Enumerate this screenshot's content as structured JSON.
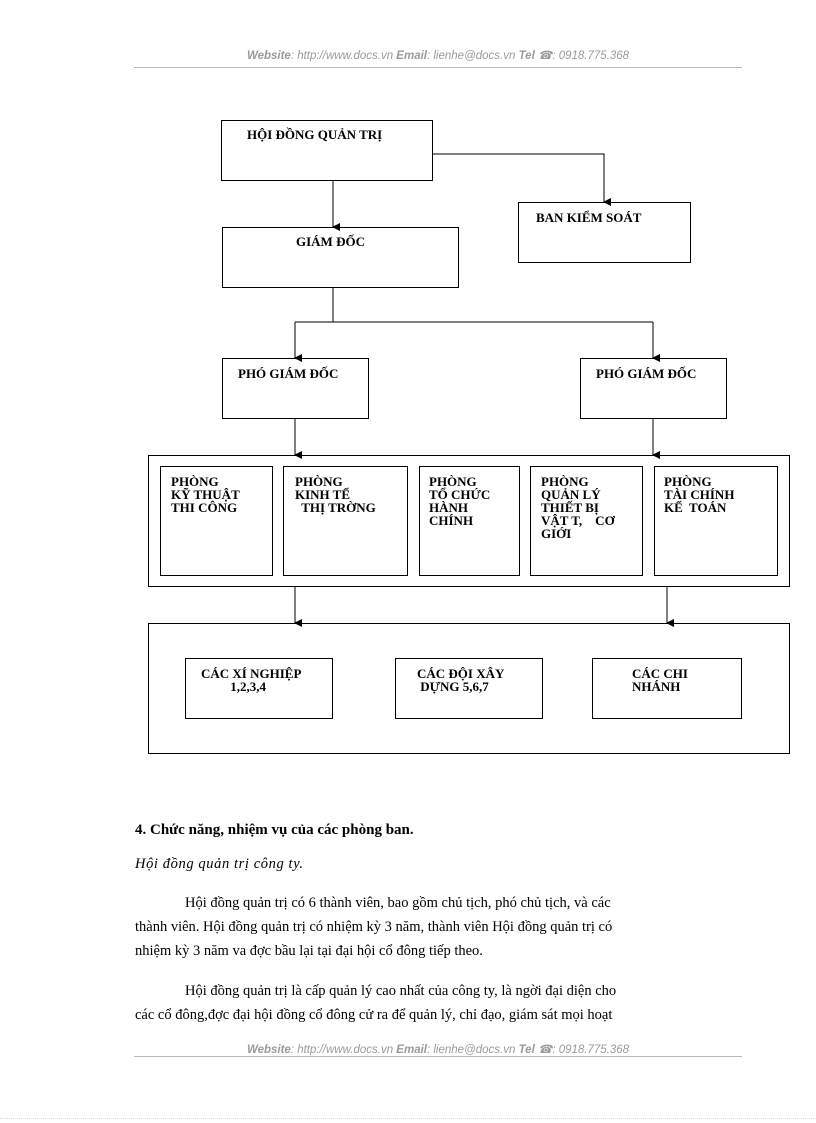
{
  "header": {
    "website_label": "Website",
    "website_value": ": http://www.docs.vn",
    "email_label": "Email",
    "email_value": ": lienhe@docs.vn",
    "tel_label": "Tel",
    "tel_icon": "phone-icon",
    "tel_value": ": 0918.775.368"
  },
  "org_chart": {
    "board": "HỘI ĐỒNG QUẢN TRỊ",
    "supervisory": "BAN KIỂM SOÁT",
    "director": "GIÁM ĐỐC",
    "deputy_left": "PHÓ GIÁM ĐỐC",
    "deputy_right": "PHÓ GIÁM ĐỐC",
    "departments": [
      "PHÒNG\nKỸ THUẬT\nTHI CÔNG",
      "PHÒNG\nKINH TẾ\n  THỊ TRỜNG",
      "PHÒNG\nTỔ CHỨC\nHÀNH\nCHÍNH",
      "PHÒNG\nQUẢN LÝ\nTHIẾT BỊ\nVẬT T,    CƠ\nGIỚI",
      "PHÒNG\nTÀI CHÍNH\nKẾ  TOÁN"
    ],
    "units": [
      "CÁC XÍ NGHIỆP\n         1,2,3,4",
      "CÁC ĐỘI XÂY\n DỰNG 5,6,7",
      "CÁC CHI\nNHÁNH"
    ]
  },
  "body": {
    "heading": "4. Chức năng, nhiệm vụ của các phòng ban.",
    "subheading": "Hội đồng quản trị công ty.",
    "p1_lines": [
      "Hội đồng quản trị có 6 thành viên, bao gồm chủ tịch, phó chủ tịch, và các",
      "thành viên. Hội đồng quản trị có nhiệm kỳ 3 năm, thành viên Hội đồng quản trị có",
      "nhiệm kỳ 3 năm va đợc   bầu lại tại đại hội cổ đông tiếp theo."
    ],
    "p2_lines": [
      "Hội đồng quản trị là cấp quản lý cao nhất của công ty, là ngời   đại diện cho",
      "các cổ đông,đợc   đại hội đồng cổ đông cử ra để quản lý, chỉ đạo, giám sát mọi hoạt"
    ]
  }
}
